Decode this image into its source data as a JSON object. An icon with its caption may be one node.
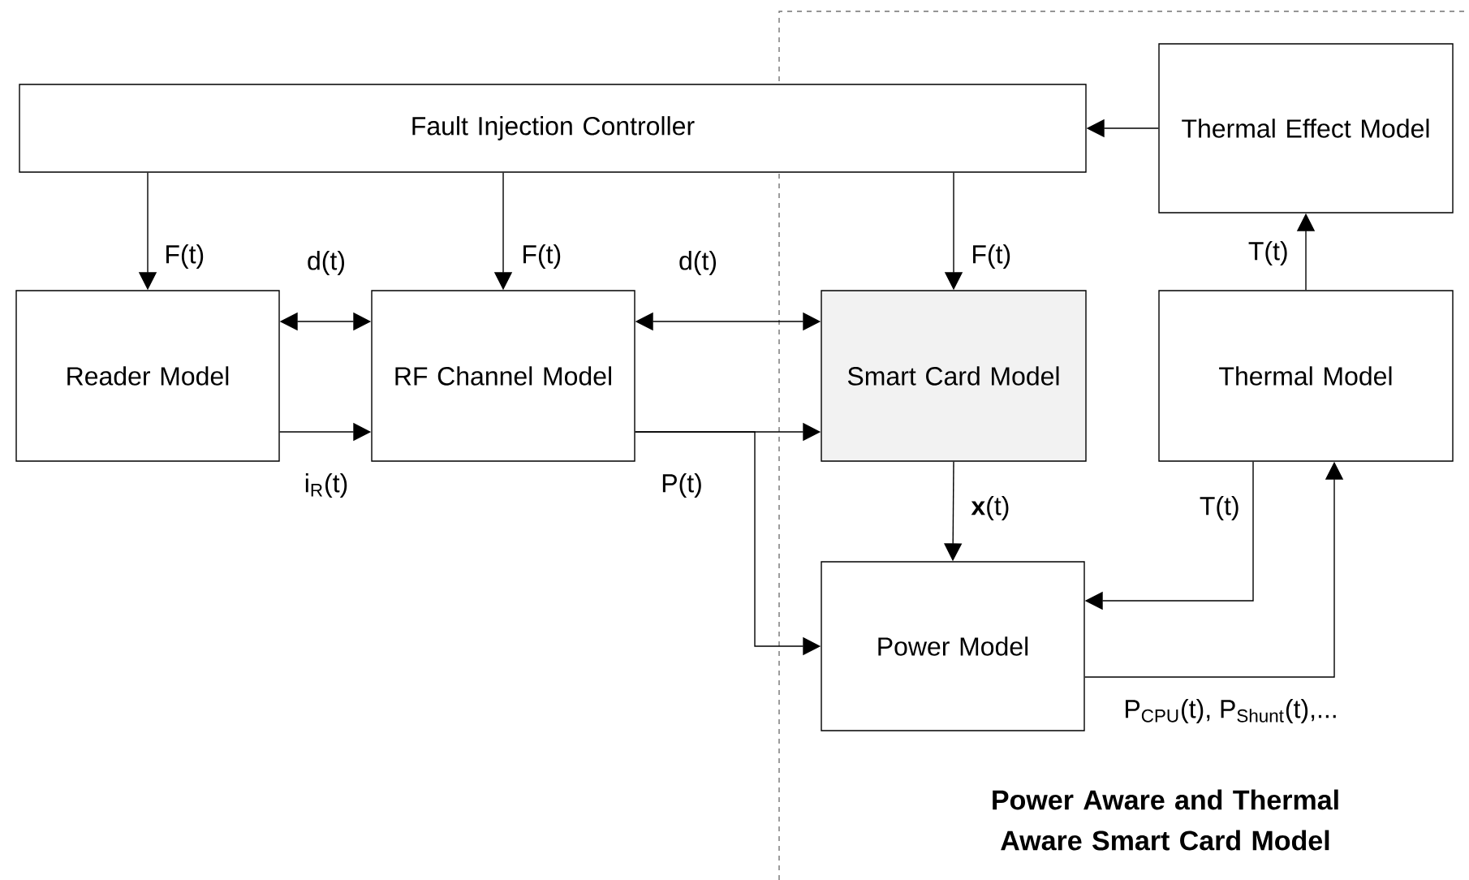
{
  "diagram": {
    "nodes": [
      {
        "text": [
          "Fault Injection Controller"
        ]
      },
      {
        "text": [
          "Reader Model"
        ]
      },
      {
        "text": [
          "RF Channel Model"
        ]
      },
      {
        "text": [
          "Thermal Effect Model"
        ]
      },
      {
        "text": [
          "Smart Card Model"
        ]
      },
      {
        "text": [
          "Thermal Model"
        ]
      },
      {
        "text": [
          "Power Model"
        ]
      }
    ],
    "edges": [
      {
        "from": 0,
        "to": 1,
        "arrow": "to",
        "label": "F(t)"
      },
      {
        "from": 0,
        "to": 2,
        "arrow": "to",
        "label": "F(t)"
      },
      {
        "from": 0,
        "to": 4,
        "arrow": "to",
        "label": "F(t)"
      },
      {
        "from": 1,
        "to": 2,
        "arrow": "both",
        "label": "d(t)"
      },
      {
        "from": 1,
        "to": 2,
        "arrow": "to",
        "label": "i$_{R}$(t)"
      },
      {
        "from": 2,
        "to": 4,
        "arrow": "both",
        "label": "d(t)"
      },
      {
        "from": 2,
        "to": 4,
        "arrow": "to",
        "label": "P(t)"
      },
      {
        "from": 2,
        "to": 6,
        "arrow": "to"
      },
      {
        "from": 4,
        "to": 6,
        "arrow": "to",
        "label": "**x**(t)"
      },
      {
        "from": 5,
        "to": 6,
        "arrow": "to",
        "label": "T(t)"
      },
      {
        "from": 6,
        "to": 5,
        "arrow": "to",
        "label": "P$_{CPU}$(t), P$_{Shunt}$(t),..."
      },
      {
        "from": 5,
        "to": 3,
        "arrow": "to",
        "label": "T(t)"
      },
      {
        "from": 3,
        "to": 0,
        "arrow": "to"
      }
    ],
    "labels": [
      "Power Aware and Thermal Aware Smart Card Model"
    ]
  }
}
